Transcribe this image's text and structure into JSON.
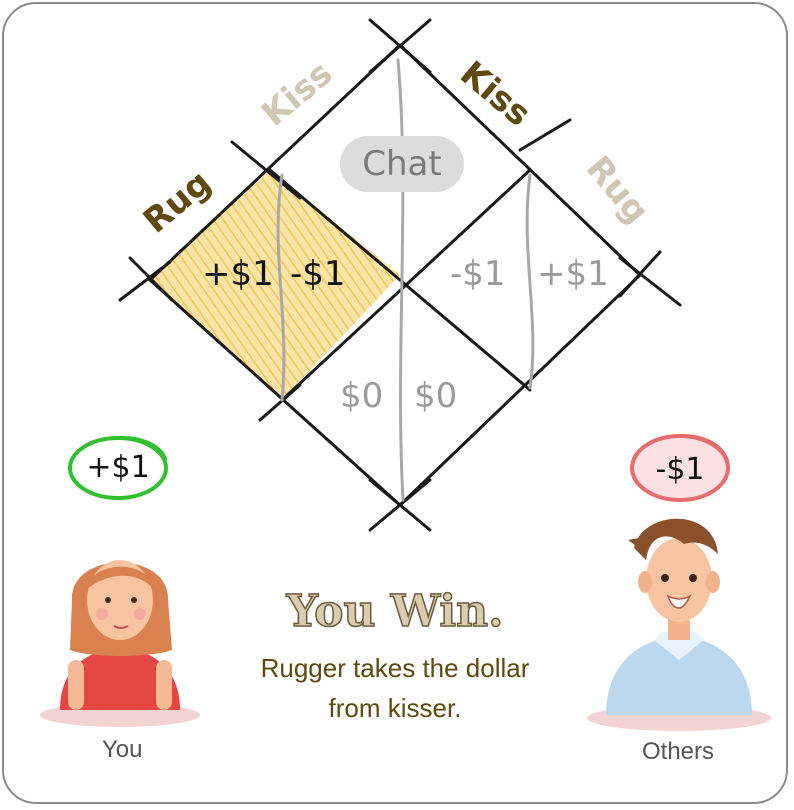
{
  "board": {
    "col_labels": {
      "kiss_active": "Kiss",
      "kiss_faded": "Kiss"
    },
    "row_labels": {
      "rug_active": "Rug",
      "rug_faded": "Rug"
    },
    "chat_label": "Chat",
    "cells": {
      "rug_rug": {
        "left": "+$1",
        "right": "-$1"
      },
      "kiss_rug": {
        "left": "-$1",
        "right": "+$1"
      },
      "kiss_kiss": {
        "left": "$0",
        "right": "$0"
      }
    }
  },
  "result": {
    "title": "You Win.",
    "description_line1": "Rugger takes the dollar",
    "description_line2": "from kisser."
  },
  "players": {
    "you": {
      "name": "You",
      "payoff": "+$1"
    },
    "others": {
      "name": "Others",
      "payoff": "-$1"
    }
  },
  "colors": {
    "highlight": "#f6cf6a",
    "active_label": "#5e4a0f",
    "faded_label": "#cfc6b3",
    "win_badge": "#2fc12f",
    "lose_badge": "#e86a6a"
  },
  "icons": {
    "you_avatar": "woman-avatar-icon",
    "others_avatar": "man-avatar-icon"
  }
}
